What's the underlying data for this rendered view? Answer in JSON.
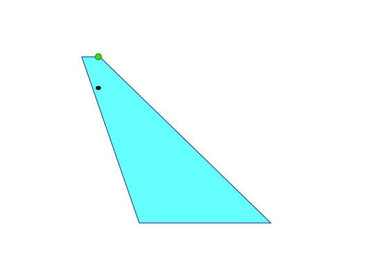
{
  "scene": {
    "shape": "trapezoid",
    "colors": {
      "background": "#ffffff",
      "fill": "#66ffff",
      "stroke": "#1a237e",
      "handle": "#33dd11",
      "handle_stroke": "#1f6f10",
      "marker": "#111111"
    },
    "items": [
      {
        "name": "trapezoid-shape",
        "kind": "polygon",
        "interactable": false
      },
      {
        "name": "vertex-handle",
        "kind": "handle",
        "interactable": true
      },
      {
        "name": "point-marker",
        "kind": "marker",
        "interactable": false
      }
    ]
  }
}
